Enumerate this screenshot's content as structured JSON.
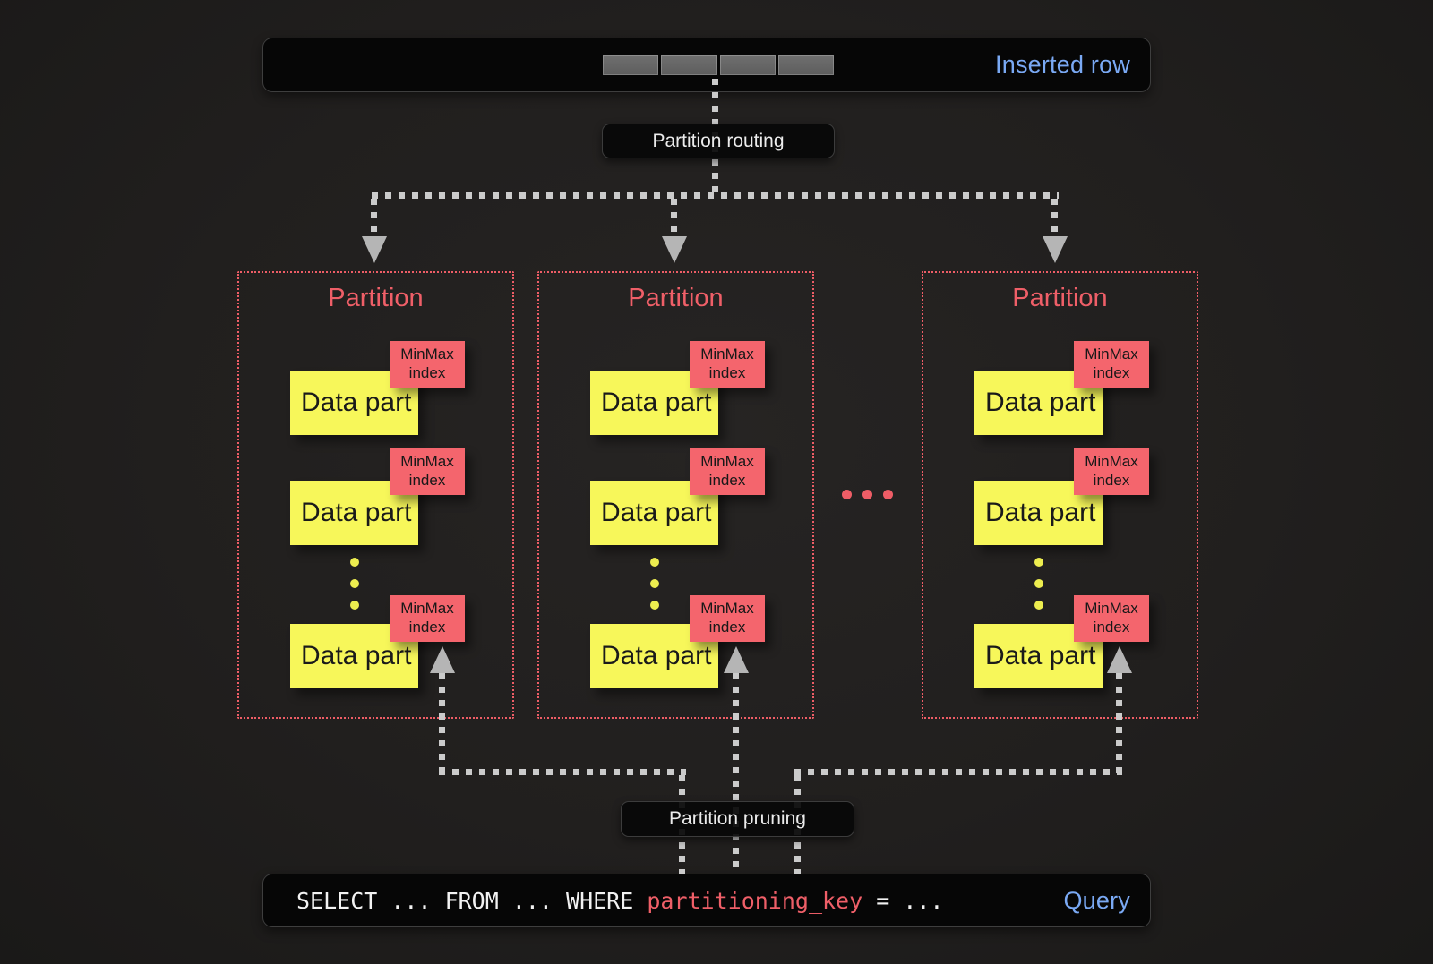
{
  "colors": {
    "background": "#211f1e",
    "box_background": "#060606",
    "accent_blue": "#7aa9f4",
    "accent_salmon": "#ef5f68",
    "accent_yellow": "#f7f75a",
    "connector_grey": "#cbcbcb",
    "label_text": "#ececec"
  },
  "inserted_row": {
    "label": "Inserted row",
    "segment_count": 4
  },
  "routing": {
    "label": "Partition routing"
  },
  "pruning": {
    "label": "Partition pruning"
  },
  "ellipsis": {
    "parts_dots": 3,
    "partitions_dots": 3
  },
  "partitions": [
    {
      "title": "Partition",
      "parts": [
        {
          "label": "Data part",
          "index": [
            "MinMax",
            "index"
          ]
        },
        {
          "label": "Data part",
          "index": [
            "MinMax",
            "index"
          ]
        },
        {
          "label": "Data part",
          "index": [
            "MinMax",
            "index"
          ]
        }
      ]
    },
    {
      "title": "Partition",
      "parts": [
        {
          "label": "Data part",
          "index": [
            "MinMax",
            "index"
          ]
        },
        {
          "label": "Data part",
          "index": [
            "MinMax",
            "index"
          ]
        },
        {
          "label": "Data part",
          "index": [
            "MinMax",
            "index"
          ]
        }
      ]
    },
    {
      "title": "Partition",
      "parts": [
        {
          "label": "Data part",
          "index": [
            "MinMax",
            "index"
          ]
        },
        {
          "label": "Data part",
          "index": [
            "MinMax",
            "index"
          ]
        },
        {
          "label": "Data part",
          "index": [
            "MinMax",
            "index"
          ]
        }
      ]
    }
  ],
  "query": {
    "sql_prefix": "SELECT ... FROM ... WHERE ",
    "sql_key": "partitioning_key",
    "sql_suffix": " = ...",
    "label": "Query"
  }
}
